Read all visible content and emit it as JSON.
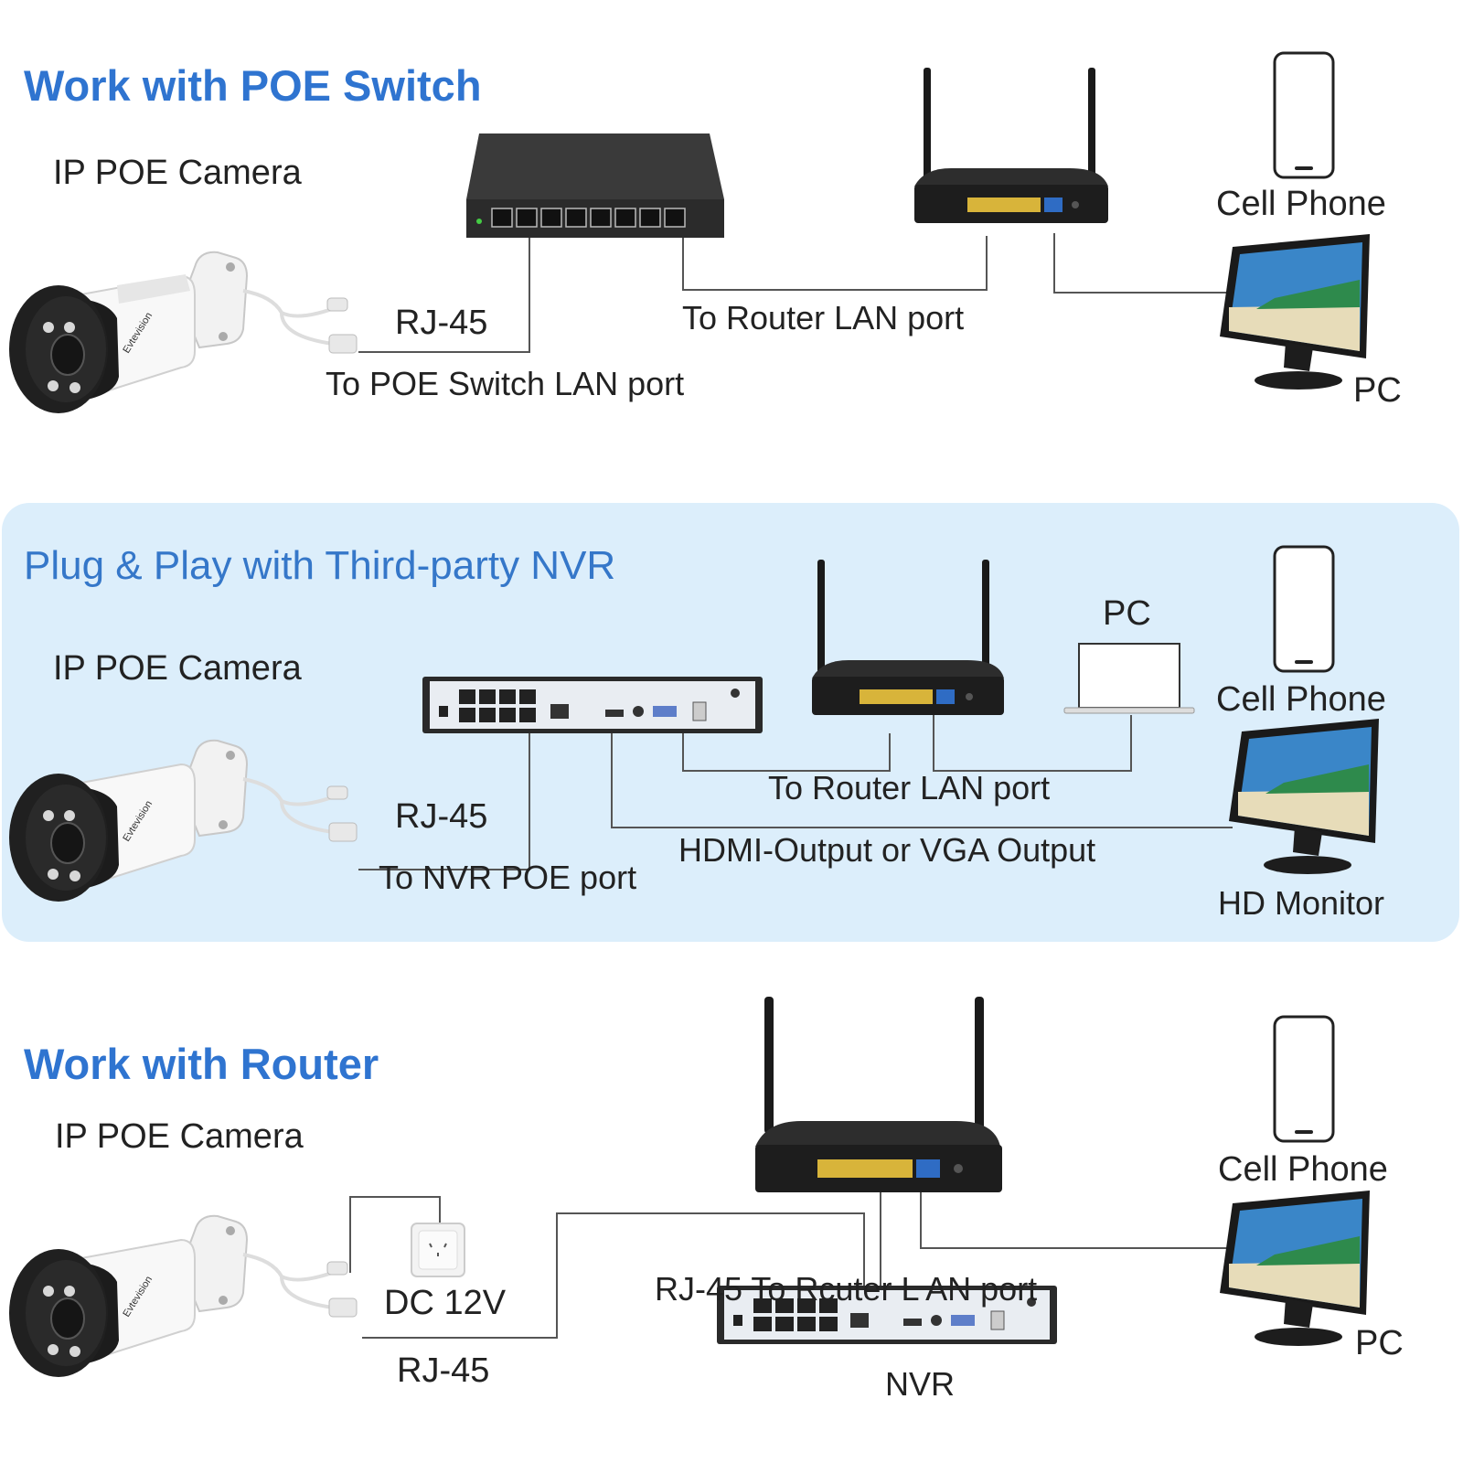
{
  "colors": {
    "title_blue": "#2f74d0",
    "panel_blue": "#dceefb",
    "wire": "#555555",
    "port_yellow": "#d8b43a",
    "port_blue": "#2f6cc4"
  },
  "icons": [
    "camera-icon",
    "poe-switch-icon",
    "router-icon",
    "cell-phone-icon",
    "pc-monitor-icon",
    "laptop-icon",
    "nvr-icon",
    "power-outlet-icon"
  ],
  "sections": {
    "poe": {
      "title": "Work with POE Switch",
      "camera_label": "IP POE Camera",
      "rj45": "RJ-45",
      "to_switch": "To POE Switch LAN port",
      "to_router": "To Router LAN port",
      "phone": "Cell Phone",
      "pc": "PC"
    },
    "nvr": {
      "title": "Plug & Play with Third-party NVR",
      "camera_label": "IP POE Camera",
      "rj45": "RJ-45",
      "to_nvr": "To NVR POE port",
      "to_router": "To Router LAN port",
      "hdmi": "HDMI-Output or VGA Output",
      "pc": "PC",
      "phone": "Cell Phone",
      "monitor": "HD Monitor"
    },
    "router": {
      "title": "Work with Router",
      "camera_label": "IP POE Camera",
      "dc": "DC 12V",
      "rj45": "RJ-45",
      "to_router": "RJ-45 To Rcuter L AN port",
      "nvr": "NVR",
      "phone": "Cell Phone",
      "pc": "PC"
    }
  }
}
